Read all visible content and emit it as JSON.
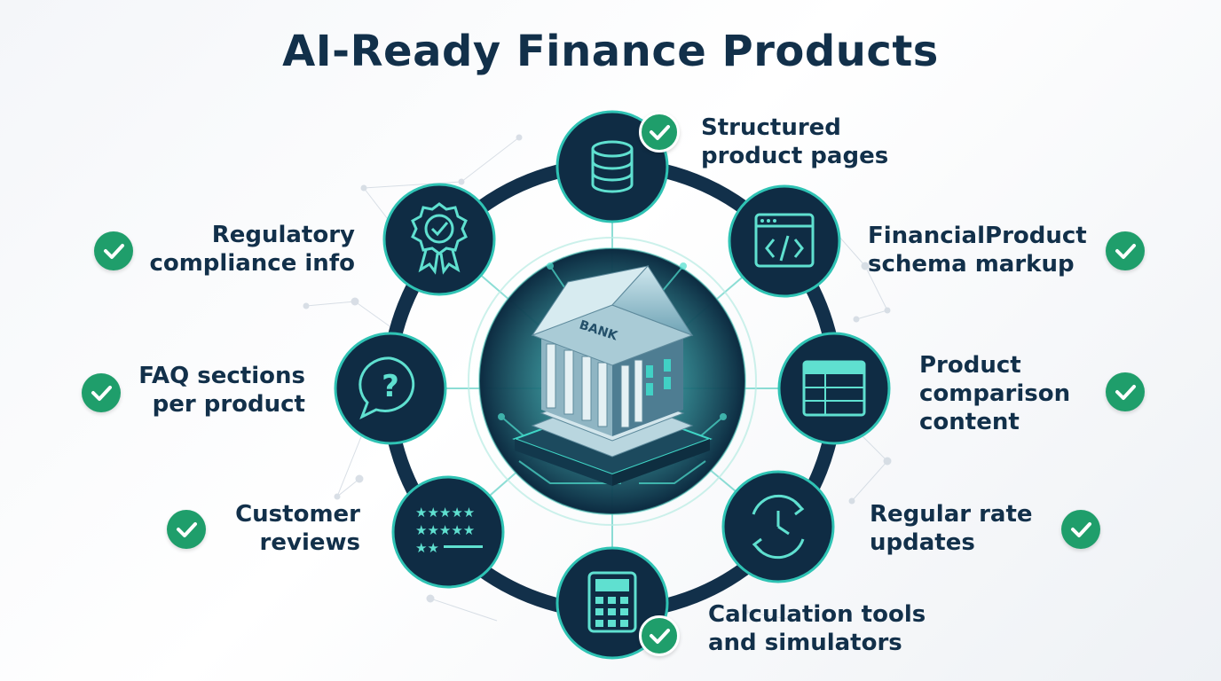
{
  "title": "AI-Ready Finance Products",
  "center": {
    "sign": "BANK",
    "icon": "bank-building-icon"
  },
  "items": [
    {
      "id": "structured",
      "line1": "Structured",
      "line2": "product pages",
      "line3": "",
      "icon": "database-icon"
    },
    {
      "id": "schema",
      "line1": "FinancialProduct",
      "line2": "schema markup",
      "line3": "",
      "icon": "code-window-icon"
    },
    {
      "id": "comparison",
      "line1": "Product",
      "line2": "comparison",
      "line3": "content",
      "icon": "table-icon"
    },
    {
      "id": "rates",
      "line1": "Regular rate",
      "line2": "updates",
      "line3": "",
      "icon": "clock-refresh-icon"
    },
    {
      "id": "calculators",
      "line1": "Calculation tools",
      "line2": "and simulators",
      "line3": "",
      "icon": "calculator-icon"
    },
    {
      "id": "reviews",
      "line1": "Customer",
      "line2": "reviews",
      "line3": "",
      "icon": "star-rating-icon"
    },
    {
      "id": "faq",
      "line1": "FAQ sections",
      "line2": "per product",
      "line3": "",
      "icon": "question-bubble-icon"
    },
    {
      "id": "compliance",
      "line1": "Regulatory",
      "line2": "compliance info",
      "line3": "",
      "icon": "award-badge-icon"
    }
  ],
  "colors": {
    "navy": "#12304a",
    "node": "#0f2c44",
    "teal": "#2fc3b4",
    "check": "#1f9e6b"
  }
}
